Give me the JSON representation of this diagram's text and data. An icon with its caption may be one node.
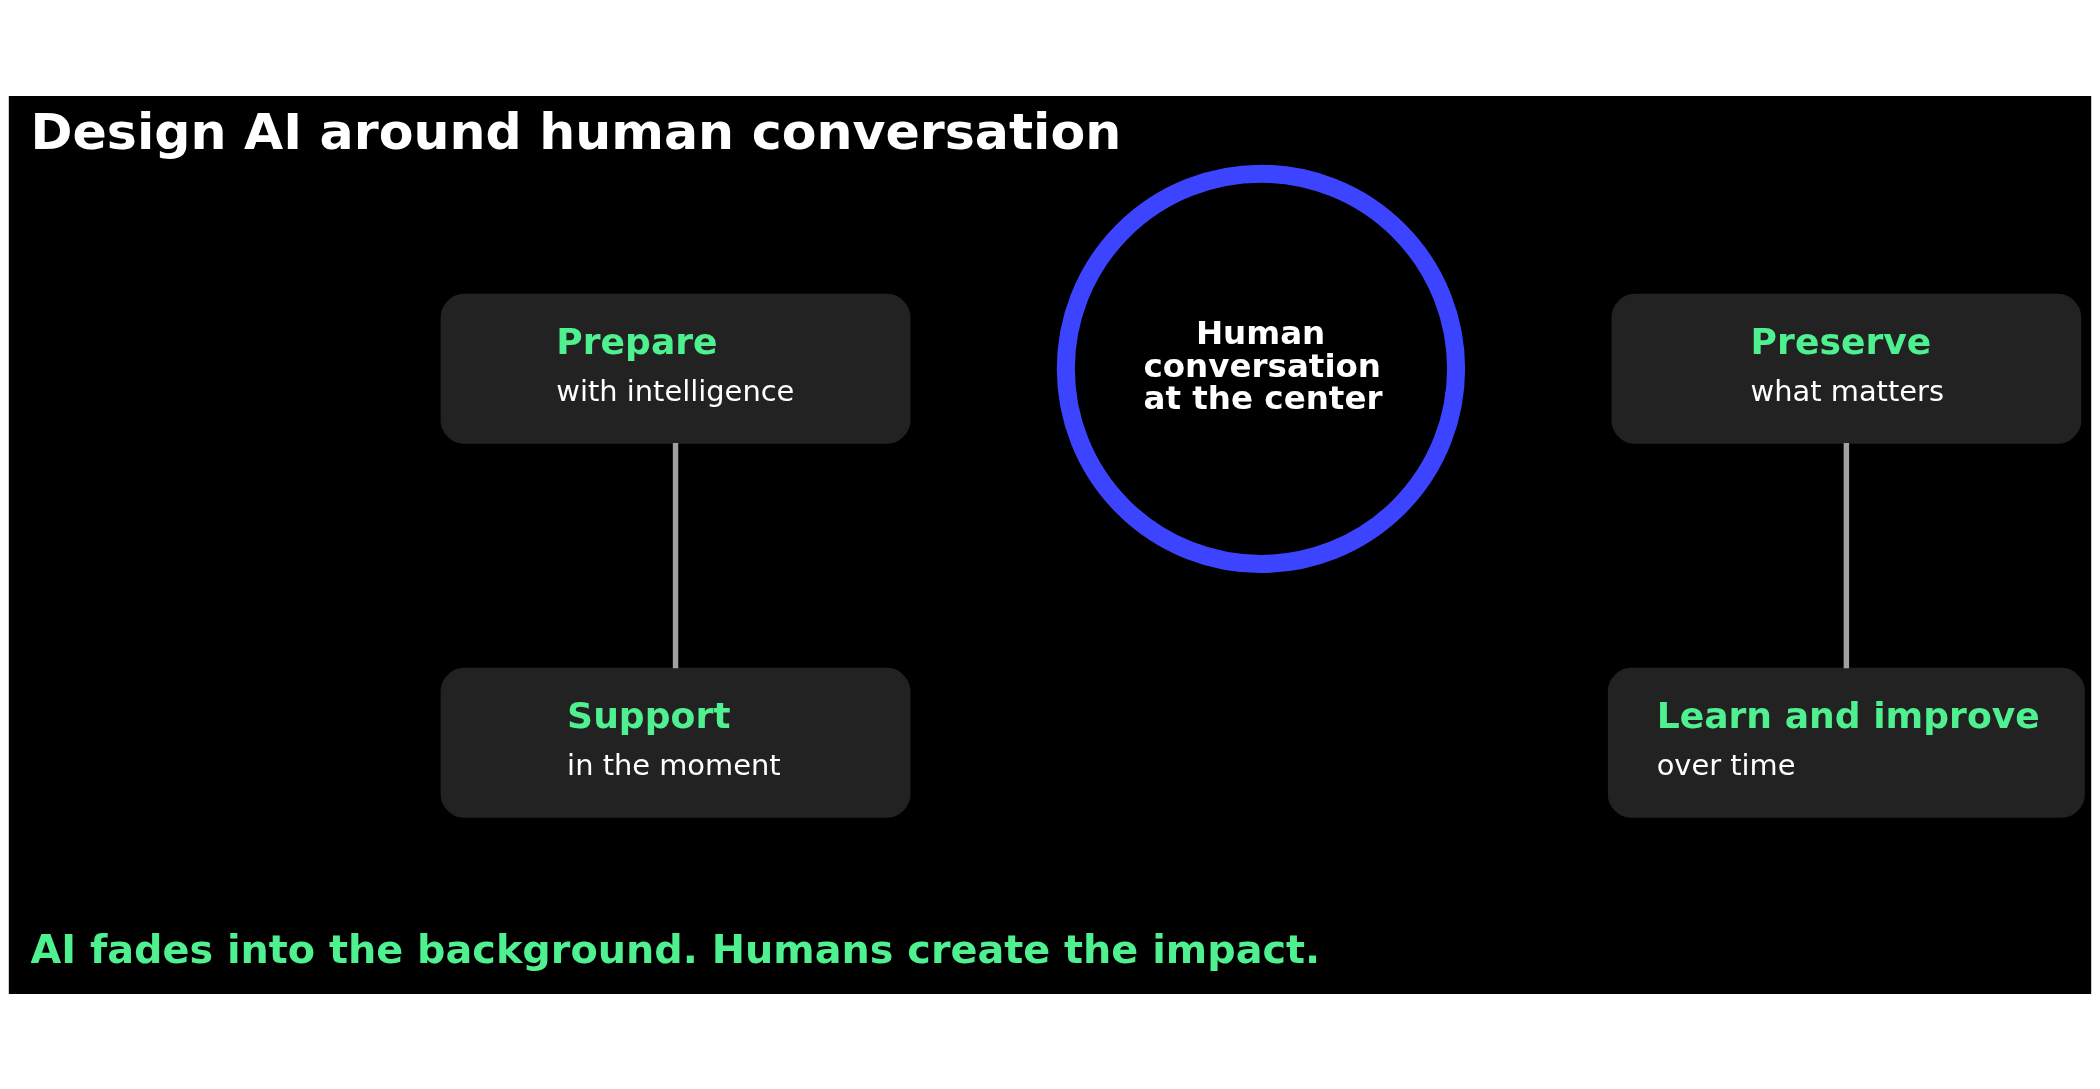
{
  "diagram": {
    "title": "Design AI around human conversation",
    "caption": "AI fades into the background. Humans create the impact.",
    "nodes": [
      {
        "text": [
          "Prepare",
          "with intelligence"
        ]
      },
      {
        "text": [
          "Support",
          "in the moment"
        ]
      },
      {
        "text": [
          "Human conversation at the center"
        ]
      },
      {
        "text": [
          "Preserve",
          "what matters"
        ]
      },
      {
        "text": [
          "Learn and improve",
          "over time"
        ]
      }
    ],
    "edges": [
      {
        "from": 0,
        "to": 1,
        "arrow": "none"
      },
      {
        "from": 3,
        "to": 4,
        "arrow": "none"
      }
    ]
  }
}
